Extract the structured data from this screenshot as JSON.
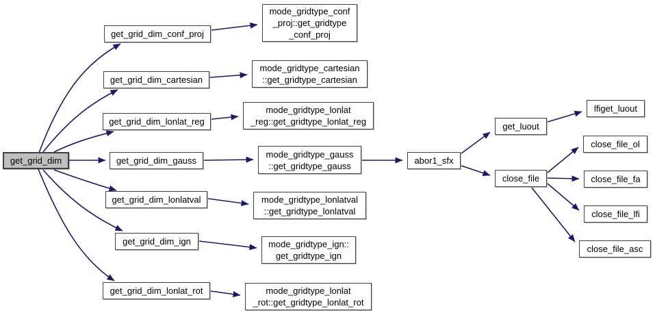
{
  "diagram": {
    "type": "call-graph",
    "colors": {
      "edge-color": "#191970",
      "node-fill": "#ffffff",
      "root-fill": "#bfbfbf",
      "node-border": "#404040",
      "text-color": "#000000",
      "background": "#ffffff"
    },
    "nodes": {
      "get_grid_dim": {
        "label": "get_grid_dim",
        "role": "root"
      },
      "get_grid_dim_conf_proj": {
        "label": "get_grid_dim_conf_proj"
      },
      "get_grid_dim_cartesian": {
        "label": "get_grid_dim_cartesian"
      },
      "get_grid_dim_lonlat_reg": {
        "label": "get_grid_dim_lonlat_reg"
      },
      "get_grid_dim_gauss": {
        "label": "get_grid_dim_gauss"
      },
      "get_grid_dim_lonlatval": {
        "label": "get_grid_dim_lonlatval"
      },
      "get_grid_dim_ign": {
        "label": "get_grid_dim_ign"
      },
      "get_grid_dim_lonlat_rot": {
        "label": "get_grid_dim_lonlat_rot"
      },
      "mode_gridtype_conf_proj": {
        "lines": [
          "mode_gridtype_conf",
          "_proj::get_gridtype",
          "_conf_proj"
        ]
      },
      "mode_gridtype_cartesian": {
        "lines": [
          "mode_gridtype_cartesian",
          "::get_gridtype_cartesian"
        ]
      },
      "mode_gridtype_lonlat_reg": {
        "lines": [
          "mode_gridtype_lonlat",
          "_reg::get_gridtype_lonlat_reg"
        ]
      },
      "mode_gridtype_gauss": {
        "lines": [
          "mode_gridtype_gauss",
          "::get_gridtype_gauss"
        ]
      },
      "mode_gridtype_lonlatval": {
        "lines": [
          "mode_gridtype_lonlatval",
          "::get_gridtype_lonlatval"
        ]
      },
      "mode_gridtype_ign": {
        "lines": [
          "mode_gridtype_ign::",
          "get_gridtype_ign"
        ]
      },
      "mode_gridtype_lonlat_rot": {
        "lines": [
          "mode_gridtype_lonlat",
          "_rot::get_gridtype_lonlat_rot"
        ]
      },
      "abor1_sfx": {
        "label": "abor1_sfx"
      },
      "get_luout": {
        "label": "get_luout"
      },
      "close_file": {
        "label": "close_file"
      },
      "lfiget_luout": {
        "label": "lfiget_luout"
      },
      "close_file_ol": {
        "label": "close_file_ol"
      },
      "close_file_fa": {
        "label": "close_file_fa"
      },
      "close_file_lfi": {
        "label": "close_file_lfi"
      },
      "close_file_asc": {
        "label": "close_file_asc"
      }
    },
    "edges": [
      {
        "from": "get_grid_dim",
        "to": "get_grid_dim_conf_proj"
      },
      {
        "from": "get_grid_dim",
        "to": "get_grid_dim_cartesian"
      },
      {
        "from": "get_grid_dim",
        "to": "get_grid_dim_lonlat_reg"
      },
      {
        "from": "get_grid_dim",
        "to": "get_grid_dim_gauss"
      },
      {
        "from": "get_grid_dim",
        "to": "get_grid_dim_lonlatval"
      },
      {
        "from": "get_grid_dim",
        "to": "get_grid_dim_ign"
      },
      {
        "from": "get_grid_dim",
        "to": "get_grid_dim_lonlat_rot"
      },
      {
        "from": "get_grid_dim_conf_proj",
        "to": "mode_gridtype_conf_proj"
      },
      {
        "from": "get_grid_dim_cartesian",
        "to": "mode_gridtype_cartesian"
      },
      {
        "from": "get_grid_dim_lonlat_reg",
        "to": "mode_gridtype_lonlat_reg"
      },
      {
        "from": "get_grid_dim_gauss",
        "to": "mode_gridtype_gauss"
      },
      {
        "from": "get_grid_dim_lonlatval",
        "to": "mode_gridtype_lonlatval"
      },
      {
        "from": "get_grid_dim_ign",
        "to": "mode_gridtype_ign"
      },
      {
        "from": "get_grid_dim_lonlat_rot",
        "to": "mode_gridtype_lonlat_rot"
      },
      {
        "from": "mode_gridtype_gauss",
        "to": "abor1_sfx"
      },
      {
        "from": "abor1_sfx",
        "to": "get_luout"
      },
      {
        "from": "abor1_sfx",
        "to": "close_file"
      },
      {
        "from": "get_luout",
        "to": "lfiget_luout"
      },
      {
        "from": "close_file",
        "to": "close_file_ol"
      },
      {
        "from": "close_file",
        "to": "close_file_fa"
      },
      {
        "from": "close_file",
        "to": "close_file_lfi"
      },
      {
        "from": "close_file",
        "to": "close_file_asc"
      }
    ]
  }
}
